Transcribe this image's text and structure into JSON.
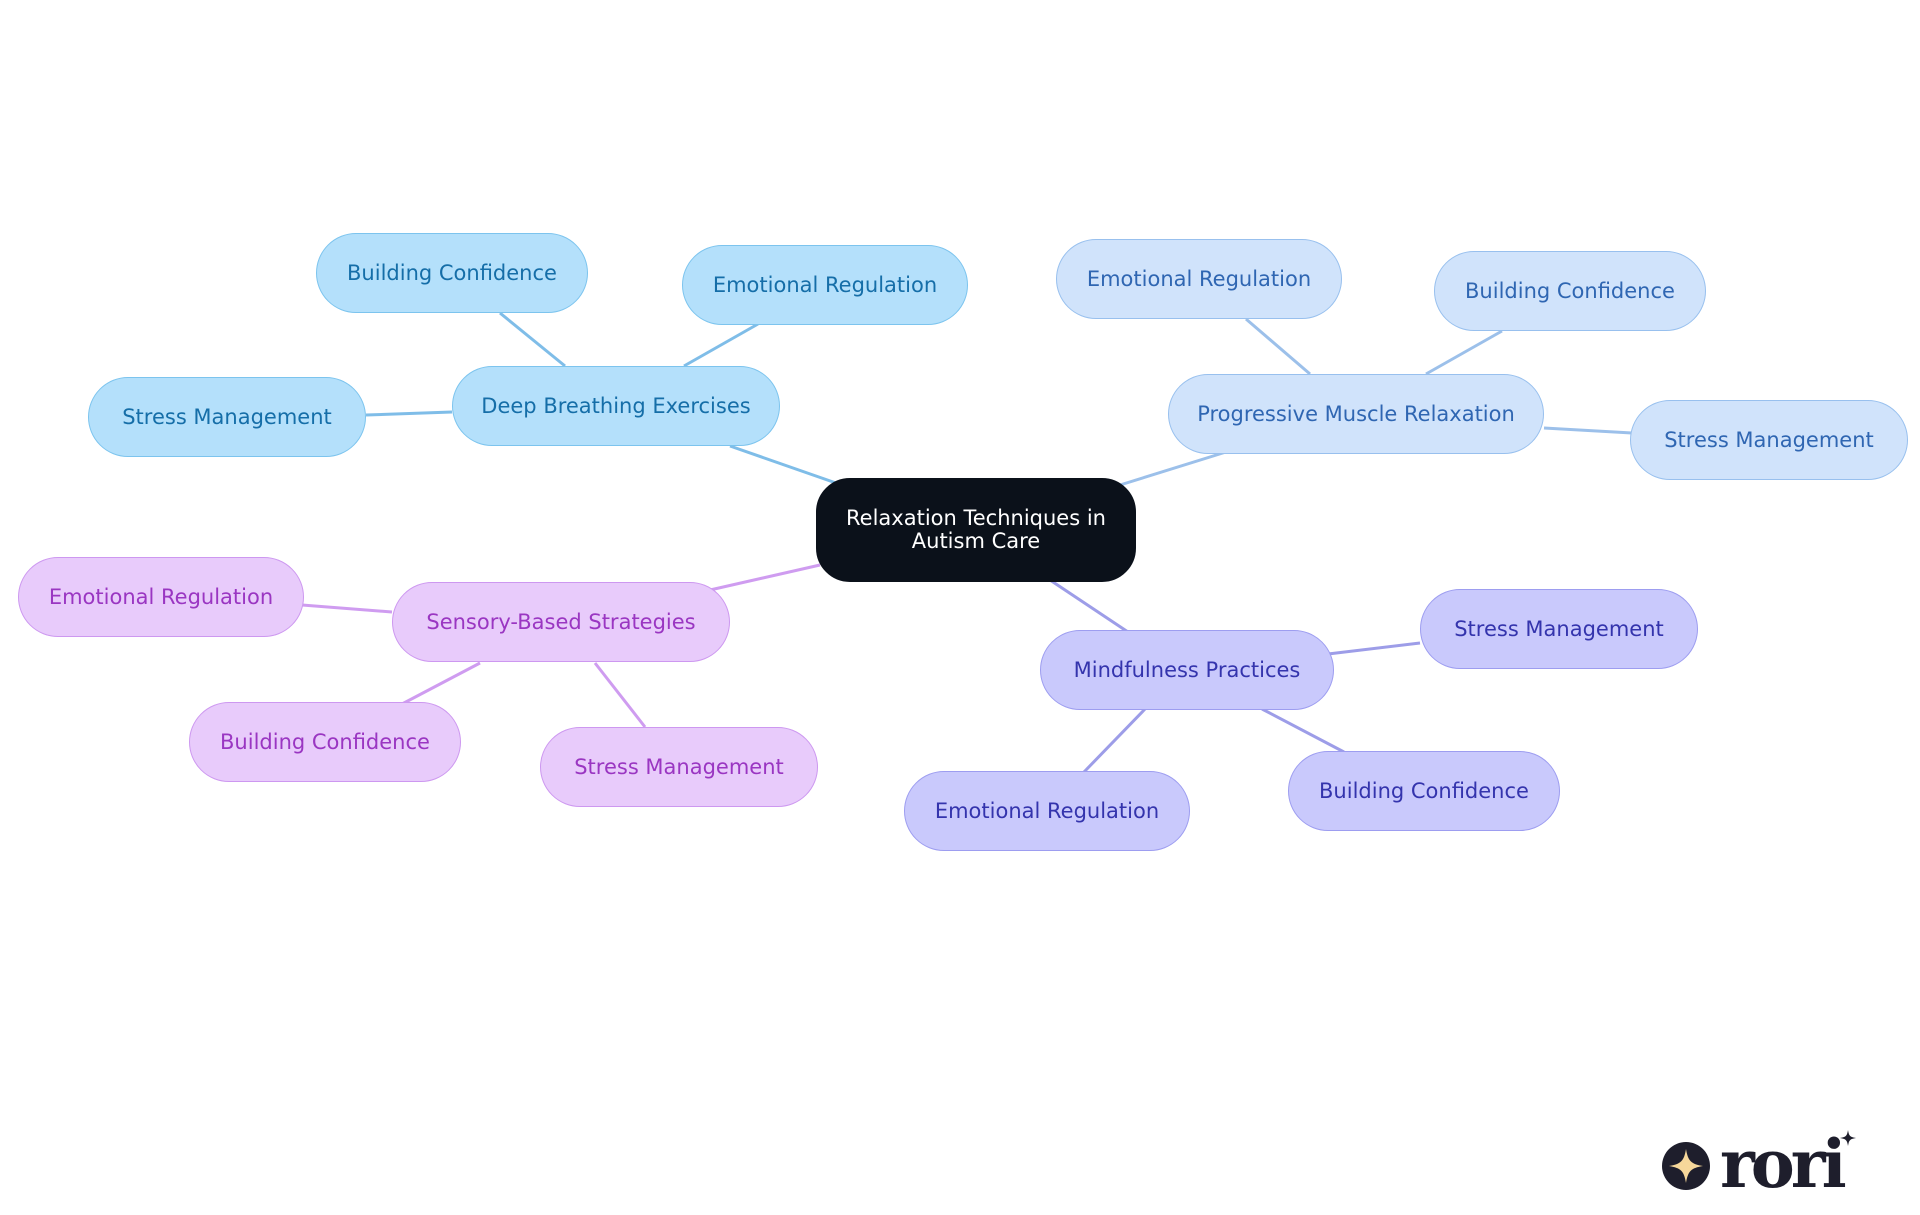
{
  "central": {
    "label": "Relaxation Techniques in Autism Care",
    "color": "#0b111a"
  },
  "branches": [
    {
      "id": "breath",
      "label": "Deep Breathing Exercises",
      "line_color": "#7fbde8",
      "children": [
        "Building Confidence",
        "Emotional Regulation",
        "Stress Management"
      ]
    },
    {
      "id": "muscle",
      "label": "Progressive Muscle Relaxation",
      "line_color": "#9cc0ea",
      "children": [
        "Emotional Regulation",
        "Building Confidence",
        "Stress Management"
      ]
    },
    {
      "id": "sensory",
      "label": "Sensory-Based Strategies",
      "line_color": "#cf9cf0",
      "children": [
        "Emotional Regulation",
        "Building Confidence",
        "Stress Management"
      ]
    },
    {
      "id": "mind",
      "label": "Mindfulness Practices",
      "line_color": "#9d9de8",
      "children": [
        "Stress Management",
        "Building Confidence",
        "Emotional Regulation"
      ]
    }
  ],
  "logo": {
    "text": "rori",
    "star_color": "#f6d79a",
    "ink_color": "#1e1e2c"
  }
}
